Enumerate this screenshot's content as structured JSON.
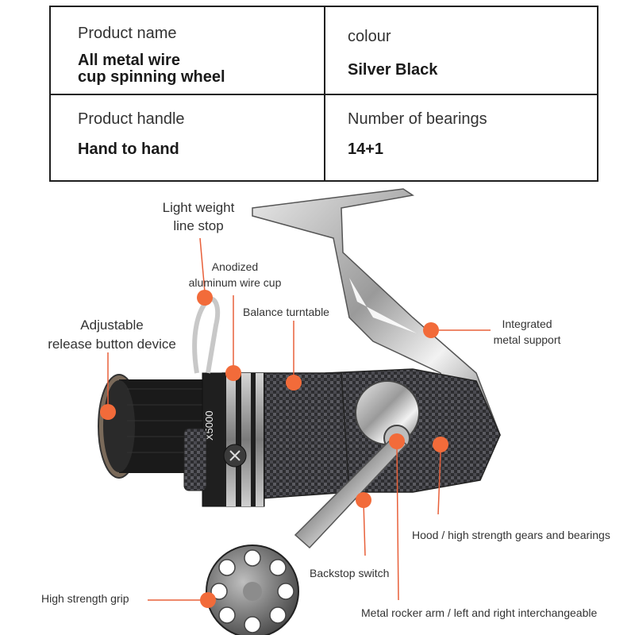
{
  "spec_table": {
    "product_name_label": "Product name",
    "product_name_value": "All metal wire\ncup spinning wheel",
    "colour_label": "colour",
    "colour_value": "Silver Black",
    "handle_label": "Product handle",
    "handle_value": "Hand to hand",
    "bearings_label": "Number of bearings",
    "bearings_value": "14+1"
  },
  "reel_labels": {
    "model_text": "X5000"
  },
  "callouts": {
    "light_weight_line_stop": "Light weight\nline stop",
    "anodized_wire_cup": "Anodized\naluminum wire cup",
    "balance_turntable": "Balance turntable",
    "adjustable_release": "Adjustable\nrelease button device",
    "integrated_support": "Integrated\nmetal support",
    "hood_gears": "Hood / high strength gears and bearings",
    "backstop_switch": "Backstop switch",
    "high_strength_grip": "High strength grip",
    "rocker_arm": "Metal rocker arm / left and right interchangeable"
  },
  "colors": {
    "accent_dot": "#f26b3a",
    "leader_line": "#e8603a",
    "table_border": "#1e1e1e"
  }
}
